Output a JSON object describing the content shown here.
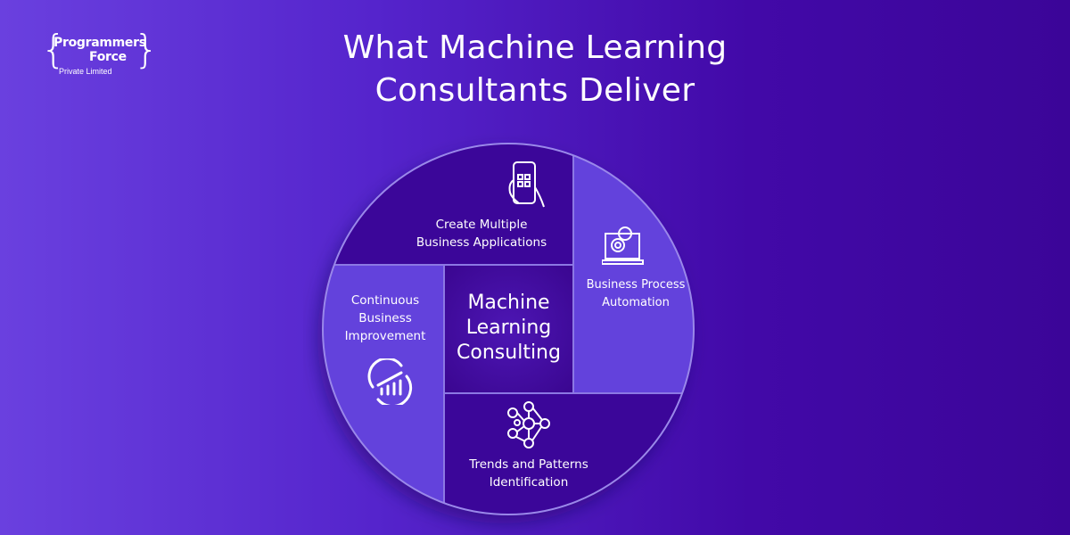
{
  "logo": {
    "line1": "Programmers",
    "line2": "Force",
    "sub": "Private Limited"
  },
  "title": {
    "line1": "What Machine Learning",
    "line2": "Consultants Deliver"
  },
  "center": {
    "line1": "Machine",
    "line2": "Learning",
    "line3": "Consulting"
  },
  "segments": [
    {
      "icon": "smartphone-app-icon",
      "line1": "Create Multiple",
      "line2": "Business Applications"
    },
    {
      "icon": "laptop-gears-icon",
      "line1": "Business Process",
      "line2": "Automation"
    },
    {
      "icon": "neural-network-icon",
      "line1": "Trends and Patterns",
      "line2": "Identification"
    },
    {
      "icon": "cycle-chart-icon",
      "line1": "Continuous",
      "line2": "Business",
      "line3": "Improvement"
    }
  ],
  "colors": {
    "dark_segment": "#3b0699",
    "light_segment": "#6342dc",
    "center": "#4a14b0",
    "divider": "#8c78e4"
  }
}
